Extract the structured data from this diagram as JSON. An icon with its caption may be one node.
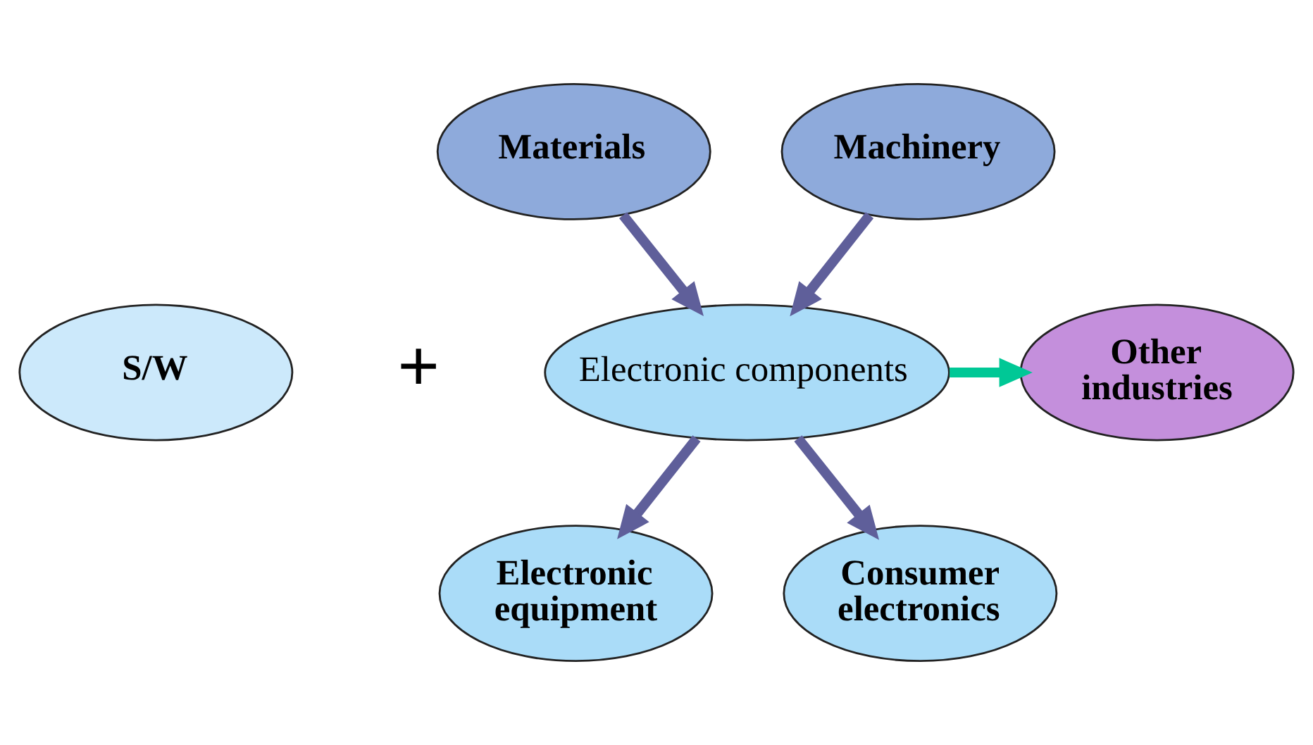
{
  "diagram": {
    "nodes": [
      {
        "text": [
          "Materials"
        ]
      },
      {
        "text": [
          "Machinery"
        ]
      },
      {
        "text": [
          "S/W"
        ]
      },
      {
        "text": [
          "Electronic components"
        ]
      },
      {
        "text": [
          "Other industries"
        ]
      },
      {
        "text": [
          "Electronic equipment"
        ]
      },
      {
        "text": [
          "Consumer electronics"
        ]
      }
    ],
    "edges": [
      {
        "from": 0,
        "to": 3,
        "arrow": "to"
      },
      {
        "from": 1,
        "to": 3,
        "arrow": "to"
      },
      {
        "from": 3,
        "to": 4,
        "arrow": "to",
        "color": "#00c896"
      },
      {
        "from": 3,
        "to": 5,
        "arrow": "to"
      },
      {
        "from": 3,
        "to": 6,
        "arrow": "to"
      }
    ],
    "labels": [
      "+"
    ]
  }
}
